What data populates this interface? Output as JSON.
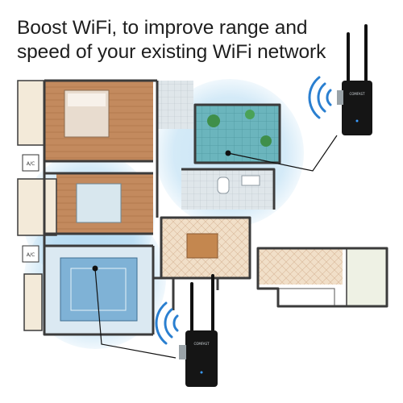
{
  "headline": {
    "line1": "Boost WiFi, to improve range and",
    "line2": "speed of your existing WiFi network"
  },
  "floorplan": {
    "ac_label": "A/C"
  },
  "device": {
    "brand_text": "COMFAST",
    "icon": "wifi-signal-icon"
  },
  "colors": {
    "coverage": "#9fd0ee",
    "floor_wood": "#c0845a",
    "tile_teal": "#5fb0b8",
    "wall": "#3b3b3b",
    "device": "#111111",
    "signal": "#2a7fd0"
  }
}
